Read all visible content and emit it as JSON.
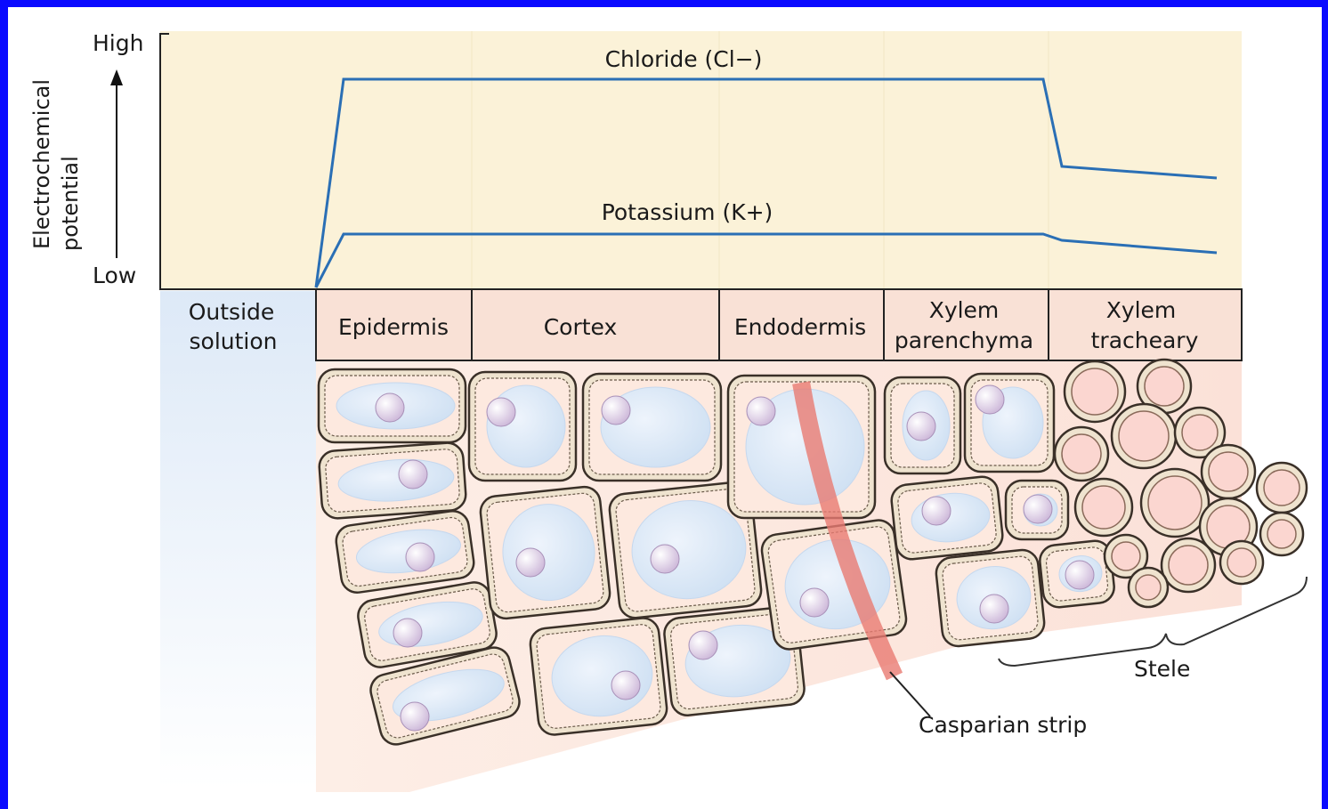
{
  "axis": {
    "ylabel_line1": "Electrochemical",
    "ylabel_line2": "potential",
    "high": "High",
    "low": "Low"
  },
  "series": [
    {
      "name": "Chloride (Cl−)",
      "color": "#2a6fb5"
    },
    {
      "name": "Potassium (K+)",
      "color": "#2a6fb5"
    }
  ],
  "chart_data": {
    "type": "line",
    "categories": [
      "Outside solution",
      "Epidermis",
      "Cortex",
      "Endodermis",
      "Xylem parenchyma",
      "Xylem tracheary"
    ],
    "series": [
      {
        "name": "Chloride (Cl−)",
        "values": [
          "low",
          "high",
          "high",
          "high",
          "high",
          "lower"
        ]
      },
      {
        "name": "Potassium (K+)",
        "values": [
          "low",
          "medium",
          "medium",
          "medium",
          "medium",
          "slightly lower"
        ]
      }
    ]
  },
  "zones": {
    "outside": [
      "Outside",
      "solution"
    ],
    "epidermis": "Epidermis",
    "cortex": "Cortex",
    "endodermis": "Endodermis",
    "xylem_parenchyma": [
      "Xylem",
      "parenchyma"
    ],
    "xylem_tracheary": [
      "Xylem",
      "tracheary"
    ]
  },
  "callouts": {
    "stele": "Stele",
    "casparian": "Casparian strip"
  },
  "colors": {
    "chart_bg": "#fbf2d8",
    "header_bg": "#f9e1d6",
    "line": "#2a6fb5",
    "outside_solution": "#e6f0fa",
    "cell_wall": "#efe3cf",
    "cytoplasm": "#fde9df",
    "vacuole": "#dce8f6",
    "nucleus": "#e4d8ea",
    "casparian": "#e97b72"
  }
}
